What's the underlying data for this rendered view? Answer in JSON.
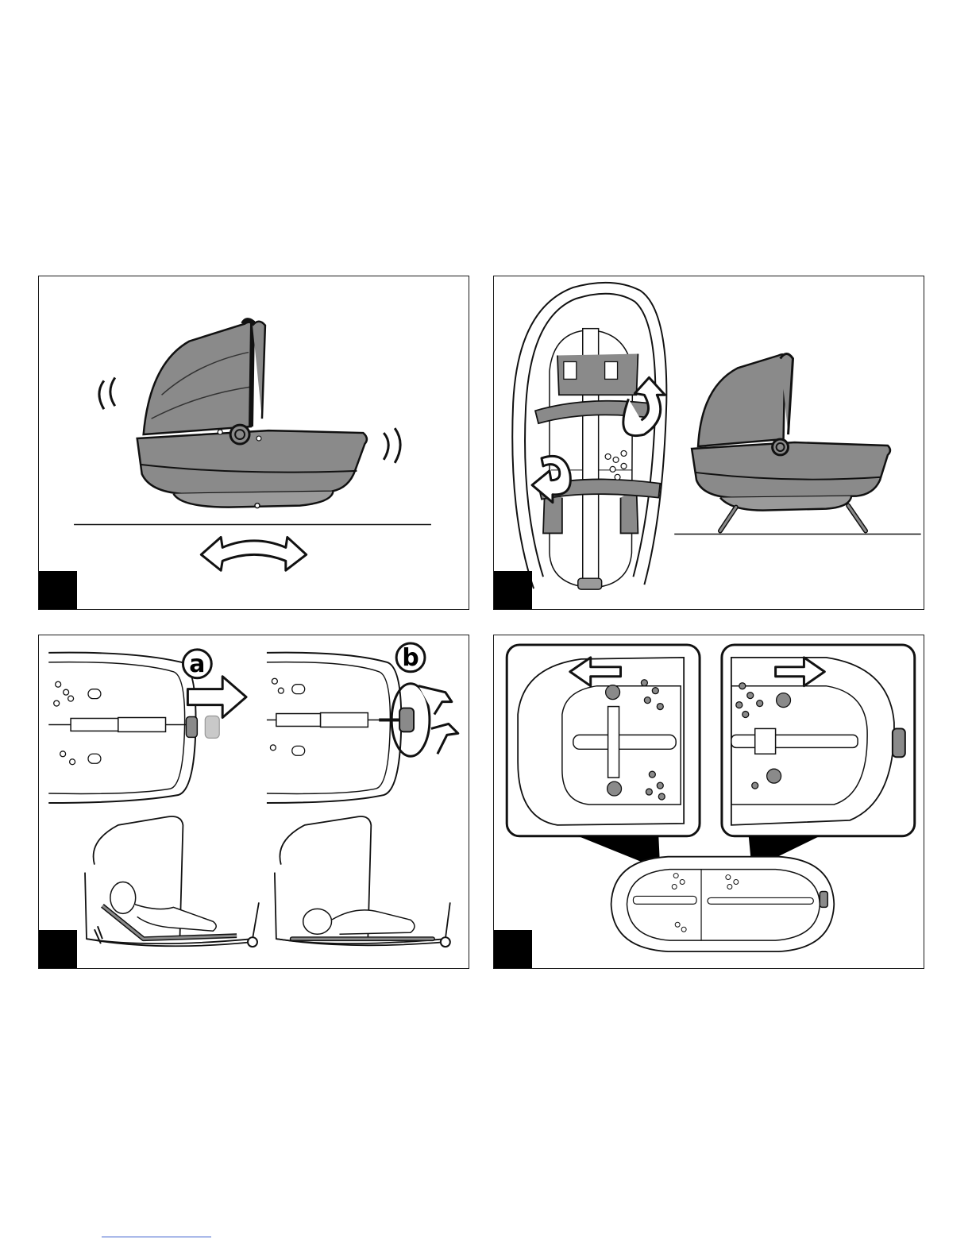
{
  "panels": [
    {
      "id": "panel-1",
      "callouts": []
    },
    {
      "id": "panel-2",
      "callouts": []
    },
    {
      "id": "panel-3",
      "callouts": [
        "a",
        "b"
      ]
    },
    {
      "id": "panel-4",
      "callouts": []
    }
  ],
  "colors": {
    "shell": "#8a8a8a",
    "line": "#1a1a1a",
    "tab": "#000000"
  }
}
